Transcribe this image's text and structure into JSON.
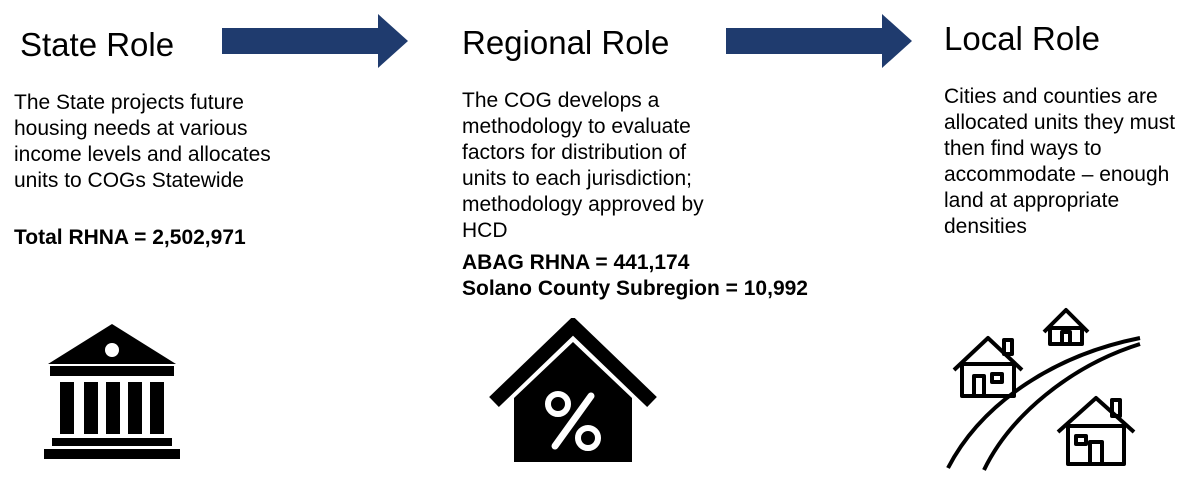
{
  "colors": {
    "arrow": "#1F3B6E",
    "text": "#000000",
    "icon": "#000000"
  },
  "state": {
    "heading": "State Role",
    "description": "The State projects future housing needs at various income levels and allocates units to COGs Statewide",
    "stat_1": "Total RHNA = 2,502,971",
    "icon": "government-building-icon"
  },
  "regional": {
    "heading": "Regional Role",
    "description": "The COG develops a methodology to evaluate factors for distribution of units to each jurisdiction; methodology approved by HCD",
    "stat_1": "ABAG RHNA = 441,174",
    "stat_2": "Solano County Subregion = 10,992",
    "icon": "house-percent-icon"
  },
  "local": {
    "heading": "Local Role",
    "description": "Cities and counties are allocated units they must then find ways to accommodate – enough land at appropriate densities",
    "icon": "houses-along-road-icon"
  }
}
